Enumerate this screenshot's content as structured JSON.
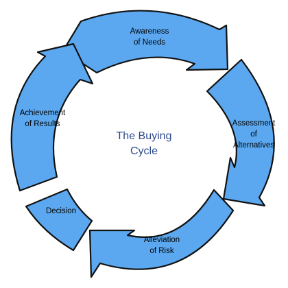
{
  "colors": {
    "segment_fill": "#5BA8F0",
    "segment_stroke": "#111111",
    "center_text": "#2E4A8B",
    "label_text": "#000000"
  },
  "center": {
    "line1": "The Buying",
    "line2": "Cycle"
  },
  "stages": [
    {
      "line1": "Awareness",
      "line2": "of Needs"
    },
    {
      "line1": "Assessment",
      "line2": "of",
      "line3": "Alternatives"
    },
    {
      "line1": "Alleviation",
      "line2": "of Risk"
    },
    {
      "line1": "Decision"
    },
    {
      "line1": "Achievement",
      "line2": "of Results"
    }
  ]
}
